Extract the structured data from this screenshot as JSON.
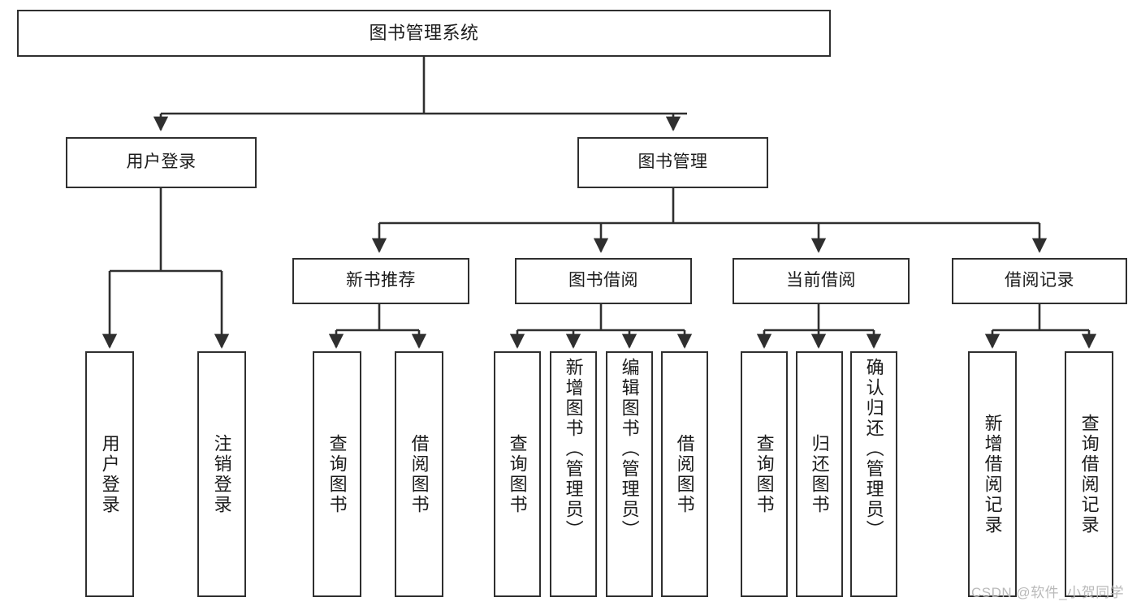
{
  "diagram": {
    "title": "图书管理系统",
    "type": "tree-hierarchy",
    "watermark": "CSDN @软件_小贺同学",
    "colors": {
      "stroke": "#2f2f2f",
      "fill": "#ffffff",
      "text": "#1b1b1b",
      "watermark": "#b9b9b9"
    },
    "nodes": {
      "root": {
        "label": "图书管理系统"
      },
      "level2": [
        {
          "label": "用户登录"
        },
        {
          "label": "图书管理"
        }
      ],
      "level3": [
        {
          "label": "新书推荐"
        },
        {
          "label": "图书借阅"
        },
        {
          "label": "当前借阅"
        },
        {
          "label": "借阅记录"
        }
      ],
      "leaves": {
        "user_login": [
          {
            "label": "用户登录"
          },
          {
            "label": "注销登录"
          }
        ],
        "new_book_recommend": [
          {
            "label": "查询图书"
          },
          {
            "label": "借阅图书"
          }
        ],
        "book_borrow": [
          {
            "label": "查询图书"
          },
          {
            "label": "新增图书（管理员）"
          },
          {
            "label": "编辑图书（管理员）"
          },
          {
            "label": "借阅图书"
          }
        ],
        "current_borrow": [
          {
            "label": "查询图书"
          },
          {
            "label": "归还图书"
          },
          {
            "label": "确认归还（管理员）"
          }
        ],
        "borrow_record": [
          {
            "label": "新增借阅记录"
          },
          {
            "label": "查询借阅记录"
          }
        ]
      }
    }
  }
}
